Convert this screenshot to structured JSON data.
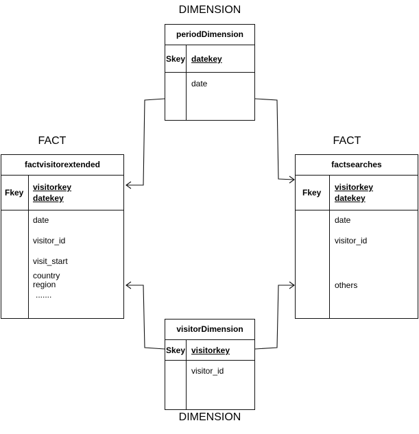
{
  "labels": {
    "dimension_top": "DIMENSION",
    "dimension_bottom": "DIMENSION",
    "fact_left": "FACT",
    "fact_right": "FACT"
  },
  "tables": {
    "period": {
      "title": "periodDimension",
      "key_type": "Skey",
      "keys": [
        "datekey"
      ],
      "attrs": [
        "date"
      ]
    },
    "factvisitor": {
      "title": "factvisitorextended",
      "key_type": "Fkey",
      "keys": [
        "visitorkey",
        "datekey"
      ],
      "attrs": [
        "date",
        "visitor_id",
        "visit_start",
        "country",
        "region",
        "......."
      ]
    },
    "factsearches": {
      "title": "factsearches",
      "key_type": "Fkey",
      "keys": [
        "visitorkey",
        "datekey"
      ],
      "attrs": [
        "date",
        "visitor_id",
        "others"
      ]
    },
    "visitor": {
      "title": "visitorDimension",
      "key_type": "Skey",
      "keys": [
        "visitorkey"
      ],
      "attrs": [
        "visitor_id"
      ]
    }
  }
}
